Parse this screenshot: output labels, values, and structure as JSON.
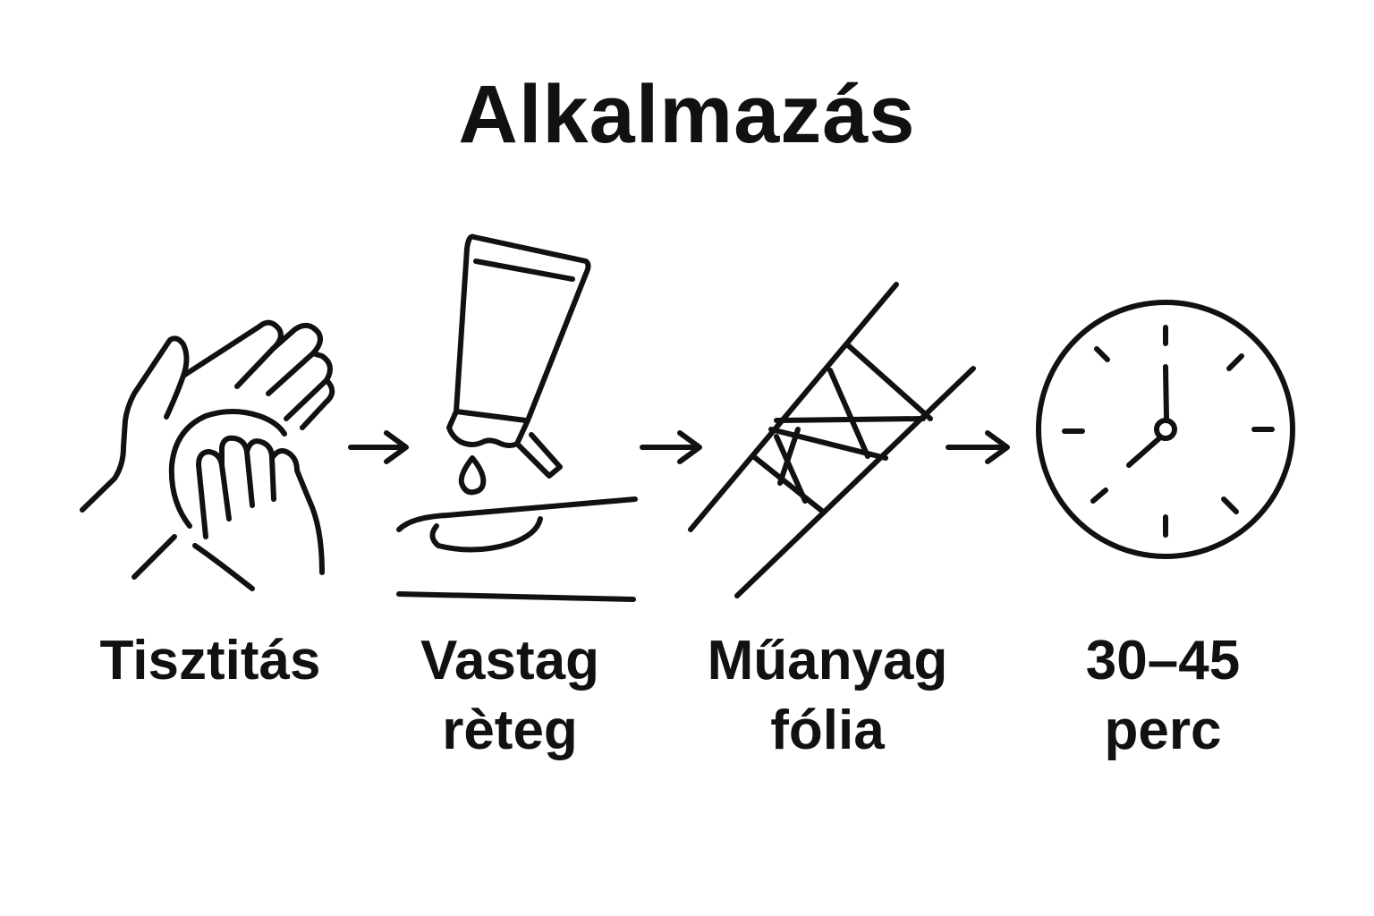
{
  "title": "Alkalmazás",
  "steps": [
    {
      "label": "Tisztitás",
      "icon": "hands-washing-icon"
    },
    {
      "label": "Vastag\nrèteg",
      "icon": "cream-tube-icon"
    },
    {
      "label": "Műanyag\nfólia",
      "icon": "plastic-wrap-icon"
    },
    {
      "label": "30–45\nperc",
      "icon": "clock-icon"
    }
  ],
  "arrow_icon": "arrow-right-icon",
  "colors": {
    "stroke": "#111111",
    "background": "#ffffff"
  }
}
